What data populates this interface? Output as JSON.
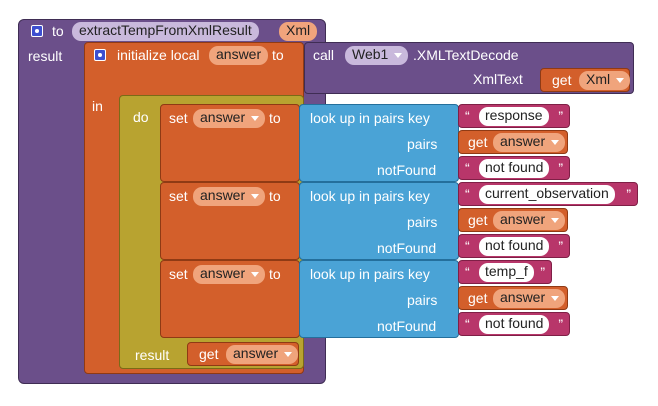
{
  "procedure": {
    "to_label": "to",
    "name": "extractTempFromXmlResult",
    "param": "Xml",
    "result_label": "result"
  },
  "init": {
    "label": "initialize local",
    "var": "answer",
    "to_label": "to",
    "in_label": "in"
  },
  "call": {
    "label": "call",
    "component": "Web1",
    "method": ".XMLTextDecode",
    "arg_label": "XmlText"
  },
  "get_label": "get",
  "xml_var": "Xml",
  "do_block": {
    "do_label": "do",
    "result_label": "result",
    "result_get_var": "answer"
  },
  "set_blocks": [
    {
      "set_label": "set",
      "var": "answer",
      "to_label": "to",
      "lookup_label": "look up in pairs  key",
      "key": "response",
      "pairs_label": "pairs",
      "pairs_var": "answer",
      "notfound_label": "notFound",
      "notfound_value": "not found"
    },
    {
      "set_label": "set",
      "var": "answer",
      "to_label": "to",
      "lookup_label": "look up in pairs  key",
      "key": "current_observation",
      "pairs_label": "pairs",
      "pairs_var": "answer",
      "notfound_label": "notFound",
      "notfound_value": "not found"
    },
    {
      "set_label": "set",
      "var": "answer",
      "to_label": "to",
      "lookup_label": "look up in pairs  key",
      "key": "temp_f",
      "pairs_label": "pairs",
      "pairs_var": "answer",
      "notfound_label": "notFound",
      "notfound_value": "not found"
    }
  ],
  "colors": {
    "procedure": "#6b4f8a",
    "variables": "#d35f2b",
    "control": "#b8a330",
    "lists": "#4aa3d6",
    "text": "#b8366a"
  }
}
